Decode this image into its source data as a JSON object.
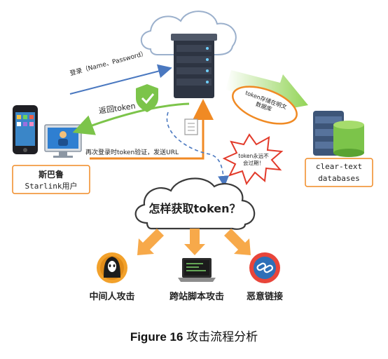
{
  "diagram": {
    "login_label": "登录（Name、Password）",
    "return_token_label": "返回token",
    "relogin_label": "再次登录时token验证，发送URL",
    "user_box": {
      "line1": "斯巴鲁",
      "line2": "Starlink用户"
    },
    "db_bubble": "token存储在明文数据库",
    "expire_burst": "token永远不会过期！",
    "db_box": {
      "line1": "clear-text",
      "line2": "databases"
    },
    "question_cloud": "怎样获取token？",
    "attacks": [
      {
        "label": "中间人攻击",
        "icon": "hacker-icon"
      },
      {
        "label": "跨站脚本攻击",
        "icon": "laptop-icon"
      },
      {
        "label": "恶意链接",
        "icon": "link-icon"
      }
    ],
    "colors": {
      "orange": "#f08a24",
      "green": "#7cc44a",
      "blue_dash": "#4a78c0",
      "red": "#e23a2a"
    }
  },
  "caption": {
    "figure": "Figure 16",
    "title": "攻击流程分析"
  }
}
